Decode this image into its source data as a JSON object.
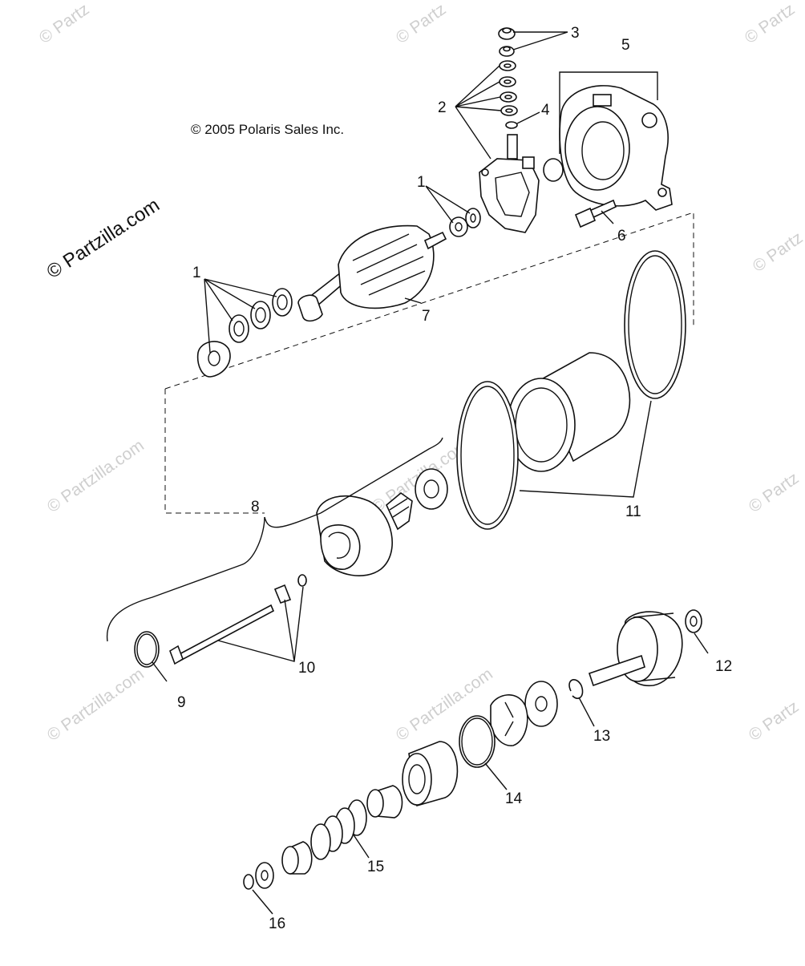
{
  "copyright": "© 2005 Polaris Sales Inc.",
  "watermark_main": "© Partzilla.com",
  "watermark_faint": "© Partzilla.com",
  "watermark_faint_short": "© Partz",
  "callouts": {
    "c1a": "1",
    "c1b": "1",
    "c2": "2",
    "c3": "3",
    "c4": "4",
    "c5": "5",
    "c6": "6",
    "c7": "7",
    "c8": "8",
    "c9": "9",
    "c10": "10",
    "c11": "11",
    "c12": "12",
    "c13": "13",
    "c14": "14",
    "c15": "15",
    "c16": "16"
  }
}
